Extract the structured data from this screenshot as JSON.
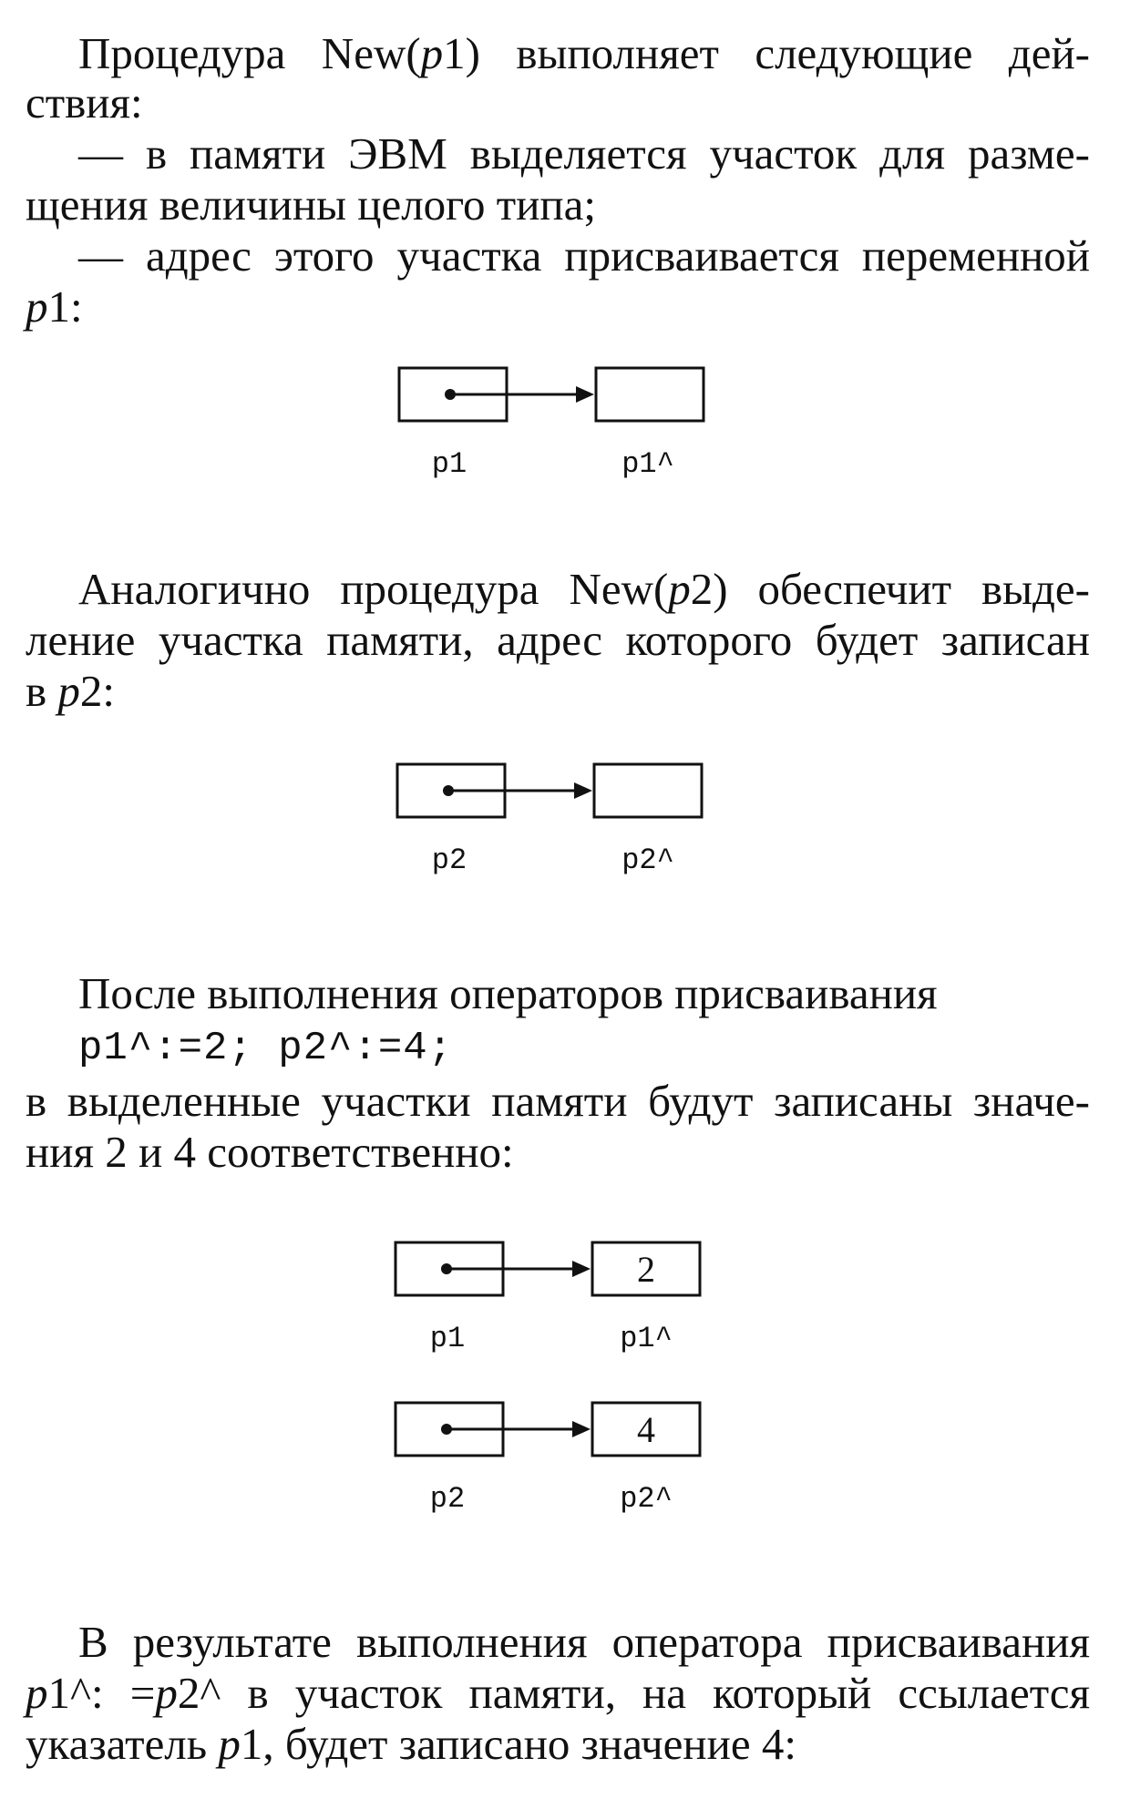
{
  "paragraph_1": {
    "line_1": {
      "a": "Процедура New(",
      "var": "p",
      "b": "1) выполняет следующие дей-"
    },
    "line_2": "ствия:",
    "line_3": "— в памяти ЭВМ выделяется участок для разме-",
    "line_4": "щения величины целого типа;",
    "line_5": "— адрес этого участка присваивается переменной",
    "line_6": {
      "var": "p",
      "rest": "1:"
    }
  },
  "diagram_1": {
    "pointer_label": "p1",
    "target_label": "p1^"
  },
  "paragraph_2": {
    "line_1": {
      "a": "Аналогично процедура New(",
      "var": "p",
      "b": "2) обеспечит выде-"
    },
    "line_2": "ление участка памяти, адрес которого будет записан",
    "line_3": {
      "a": "в ",
      "var": "p",
      "b": "2:"
    }
  },
  "diagram_2": {
    "pointer_label": "p2",
    "target_label": "p2^"
  },
  "paragraph_3": {
    "line_1": "После выполнения операторов присваивания",
    "code": "p1^:=2; p2^:=4;",
    "line_2": "в выделенные участки памяти будут записаны значе-",
    "line_3": "ния 2 и 4 соответственно:"
  },
  "diagram_3": {
    "pointer_label": "p1",
    "target_label": "p1^",
    "value": "2"
  },
  "diagram_4": {
    "pointer_label": "p2",
    "target_label": "p2^",
    "value": "4"
  },
  "paragraph_4": {
    "line_1": "В результате выполнения оператора присваивания",
    "line_2": {
      "var_a": "p",
      "a": "1^: =",
      "var_b": "p",
      "b": "2^ в участок памяти, на который ссылается"
    },
    "line_3": {
      "a": "указатель ",
      "var": "p",
      "b": "1, будет записано значение 4:"
    }
  }
}
